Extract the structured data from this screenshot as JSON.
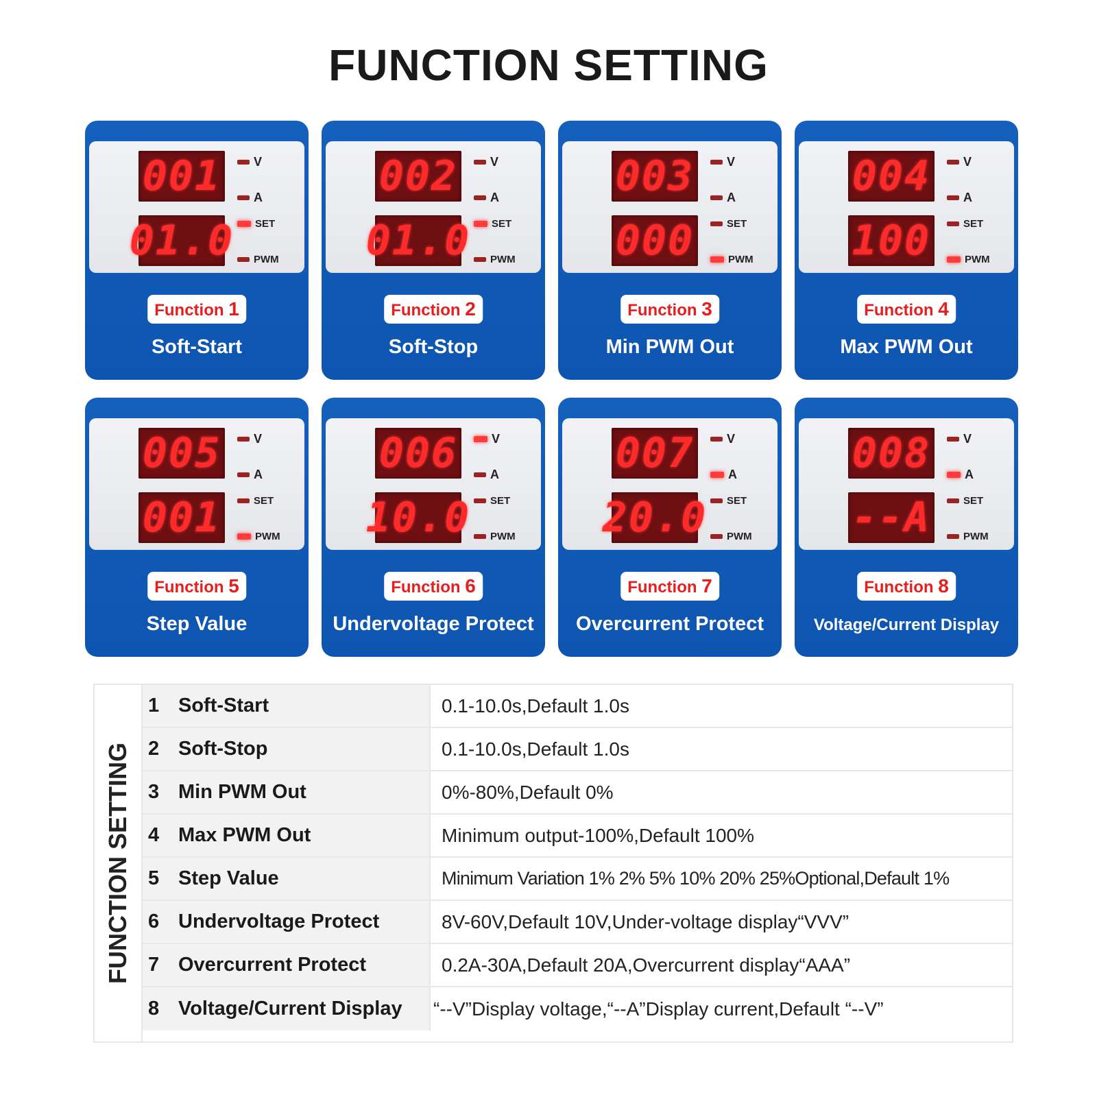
{
  "title": "FUNCTION SETTING",
  "indicators": {
    "v": "V",
    "a": "A",
    "set": "SET",
    "pwm": "PWM"
  },
  "badge_word": "Function",
  "colors": {
    "card_blue": "#1560bd",
    "display_red": "#ff2a2a",
    "badge_red": "#e32020"
  },
  "cards": [
    {
      "num": "1",
      "name": "Soft-Start",
      "top": "001",
      "bottom": "01.0",
      "active": "set"
    },
    {
      "num": "2",
      "name": "Soft-Stop",
      "top": "002",
      "bottom": "01.0",
      "active": "set"
    },
    {
      "num": "3",
      "name": "Min PWM Out",
      "top": "003",
      "bottom": "000",
      "active": "pwm"
    },
    {
      "num": "4",
      "name": "Max PWM Out",
      "top": "004",
      "bottom": "100",
      "active": "pwm"
    },
    {
      "num": "5",
      "name": "Step Value",
      "top": "005",
      "bottom": "001",
      "active": "pwm"
    },
    {
      "num": "6",
      "name": "Undervoltage Protect",
      "top": "006",
      "bottom": "10.0",
      "active": "v"
    },
    {
      "num": "7",
      "name": "Overcurrent Protect",
      "top": "007",
      "bottom": "20.0",
      "active": "a"
    },
    {
      "num": "8",
      "name": "Voltage/Current Display",
      "top": "008",
      "bottom": "--A",
      "active": "a"
    }
  ],
  "table": {
    "side_title": "FUNCTION SETTING",
    "rows": [
      {
        "num": "1",
        "name": "Soft-Start",
        "desc": "0.1-10.0s,Default 1.0s"
      },
      {
        "num": "2",
        "name": "Soft-Stop",
        "desc": "0.1-10.0s,Default 1.0s"
      },
      {
        "num": "3",
        "name": "Min PWM Out",
        "desc": "0%-80%,Default 0%"
      },
      {
        "num": "4",
        "name": "Max PWM Out",
        "desc": "Minimum output-100%,Default 100%"
      },
      {
        "num": "5",
        "name": "Step Value",
        "desc": "Minimum Variation 1% 2% 5% 10% 20% 25%Optional,Default 1%"
      },
      {
        "num": "6",
        "name": "Undervoltage Protect",
        "desc": "8V-60V,Default 10V,Under-voltage display“VVV”"
      },
      {
        "num": "7",
        "name": "Overcurrent Protect",
        "desc": "0.2A-30A,Default 20A,Overcurrent display“AAA”"
      },
      {
        "num": "8",
        "name": "Voltage/Current Display",
        "desc": "“--V”Display voltage,“--A”Display current,Default “--V”"
      }
    ]
  }
}
